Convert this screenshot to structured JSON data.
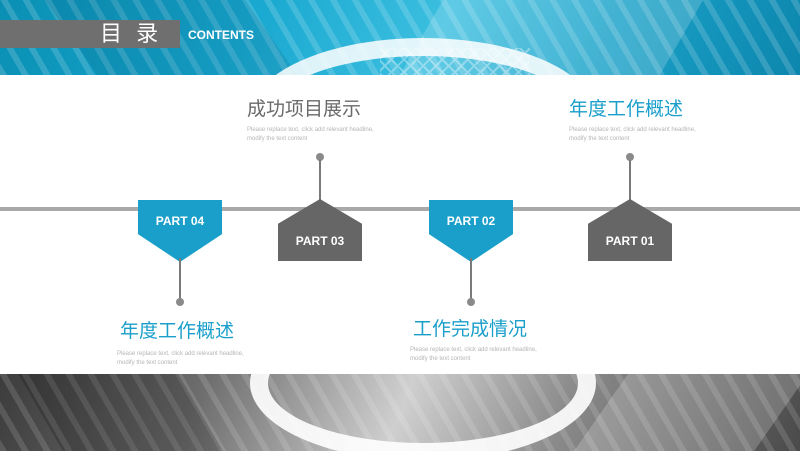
{
  "header": {
    "title": "目 录",
    "subtitle": "CONTENTS"
  },
  "items": [
    {
      "part": "PART 04",
      "heading": "年度工作概述",
      "description": "Please replace text, click add relevant headline, modify the text content"
    },
    {
      "part": "PART 03",
      "heading": "成功项目展示",
      "description": "Please replace text, click add relevant headline, modify the text content"
    },
    {
      "part": "PART 02",
      "heading": "工作完成情况",
      "description": "Please replace text, click add relevant headline, modify the text content"
    },
    {
      "part": "PART 01",
      "heading": "年度工作概述",
      "description": "Please replace text, click add relevant headline, modify the text content"
    }
  ],
  "colors": {
    "accent_blue": "#1a9fcb",
    "accent_gray": "#666666",
    "timeline": "#a9a9a9"
  }
}
